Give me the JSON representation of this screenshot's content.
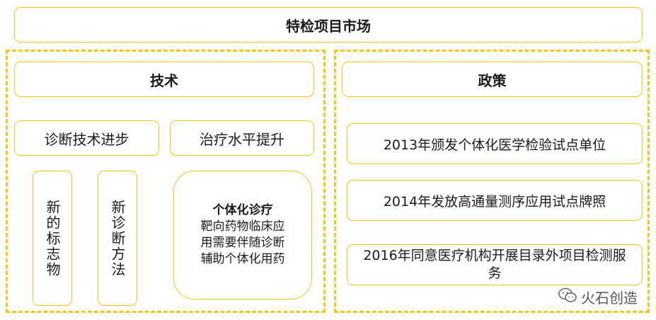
{
  "title": "特检项目市场",
  "colors": {
    "border": "#f5c518",
    "text": "#1a1a1a"
  },
  "technology": {
    "header": "技术",
    "diagnosis_progress": "诊断技术进步",
    "treatment_level": "治疗水平提升",
    "new_biomarker": "新的标志物",
    "new_diagnosis_method": "新诊断方法",
    "personalized_title": "个体化诊疗",
    "personalized_lines": [
      "靶向药物临床应",
      "用需要伴随诊断",
      "辅助个体化用药"
    ]
  },
  "policy": {
    "header": "政策",
    "items": [
      "2013年颁发个体化医学检验试点单位",
      "2014年发放高通量测序应用试点牌照",
      "2016年同意医疗机构开展目录外项目检测服务"
    ]
  },
  "watermark": {
    "icon": "wechat-icon",
    "text": "火石创造"
  }
}
